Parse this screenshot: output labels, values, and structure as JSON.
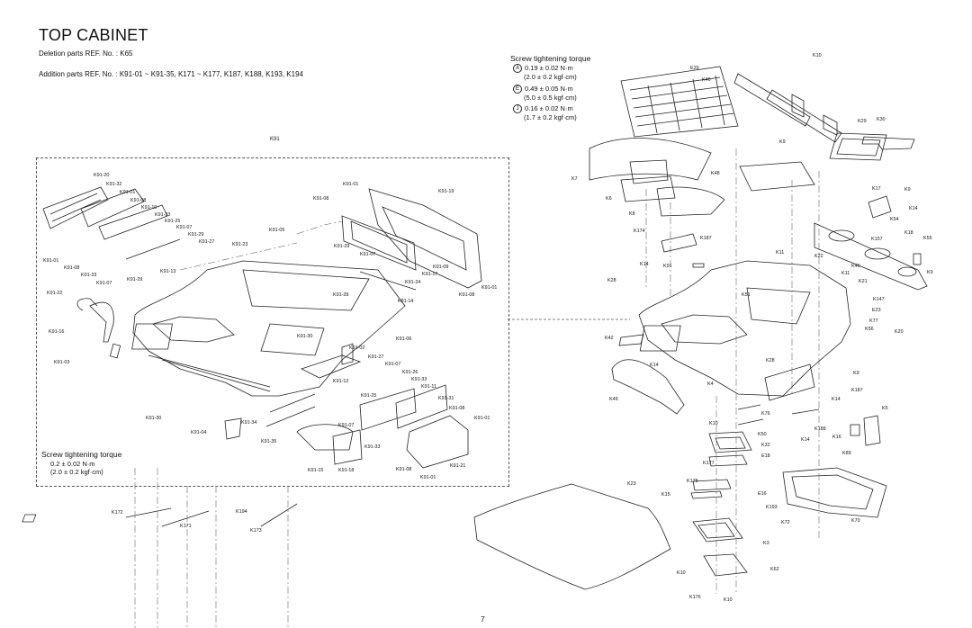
{
  "title": "TOP CABINET",
  "deletion": "Deletion parts REF. No. :  K65",
  "addition": "Addition parts REF. No. :  K91-01 ~ K91-35, K171 ~ K177, K187, K188, K193, K194",
  "torque_right": {
    "title": "Screw tightening torque",
    "rows": [
      {
        "mark": "A",
        "line1": "0.19 ± 0.02 N·m",
        "line2": "(2.0 ± 0.2 kgf·cm)"
      },
      {
        "mark": "E",
        "line1": "0.49 ± 0.05 N·m",
        "line2": "(5.0 ± 0.5 kgf·cm)"
      },
      {
        "mark": "J",
        "line1": "0.16 ± 0.02 N·m",
        "line2": "(1.7 ± 0.2 kgf·cm)"
      }
    ]
  },
  "torque_left": {
    "title": "Screw tightening torque",
    "line1": "0.2 ± 0.02 N·m",
    "line2": "(2.0 ± 0.2 kgf·cm)"
  },
  "box_label": "K91",
  "page_number": "7",
  "left_labels": [
    "K91-20",
    "K91-32",
    "K91-01",
    "K91-08",
    "K91-10",
    "K91-33",
    "K91-25",
    "K91-07",
    "K91-29",
    "K91-27",
    "K91-13",
    "K91-01",
    "K91-08",
    "K91-33",
    "K91-07",
    "K91-29",
    "K91-22",
    "K91-16",
    "K91-03",
    "K91-30",
    "K91-23",
    "K91-05",
    "K91-08",
    "K91-01",
    "K91-19",
    "K91-07",
    "K91-29",
    "K91-09",
    "K91-17",
    "K91-24",
    "K91-28",
    "K91-14",
    "K91-01",
    "K91-08",
    "K91-06",
    "K91-30",
    "K91-02",
    "K91-27",
    "K91-07",
    "K91-12",
    "K91-25",
    "K91-26",
    "K91-33",
    "K91-11",
    "K91-31",
    "K91-08",
    "K91-01",
    "K91-04",
    "K91-34",
    "K91-35",
    "K91-07",
    "K91-33",
    "K91-15",
    "K91-18",
    "K91-08",
    "K91-01",
    "K91-21",
    "K172",
    "K171",
    "K194",
    "K173"
  ],
  "right_labels": [
    "K10",
    "E29",
    "K46",
    "K29",
    "K30",
    "K9",
    "K7",
    "K6",
    "K48",
    "K8",
    "K17",
    "K9",
    "K14",
    "K54",
    "K174",
    "K187",
    "K18",
    "K55",
    "K157",
    "K11",
    "K22",
    "K14",
    "K91",
    "K40",
    "K11",
    "K21",
    "K9",
    "K28",
    "K51",
    "K147",
    "E23",
    "K77",
    "K56",
    "K20",
    "K42",
    "K28",
    "K14",
    "K4",
    "K49",
    "K9",
    "K187",
    "K14",
    "K10",
    "K76",
    "K50",
    "K188",
    "K5",
    "K16",
    "K14",
    "K32",
    "E18",
    "K89",
    "K177",
    "K175",
    "E16",
    "K15",
    "K23",
    "K193",
    "K72",
    "K70",
    "K3",
    "K62",
    "K10",
    "K176",
    "K10"
  ]
}
